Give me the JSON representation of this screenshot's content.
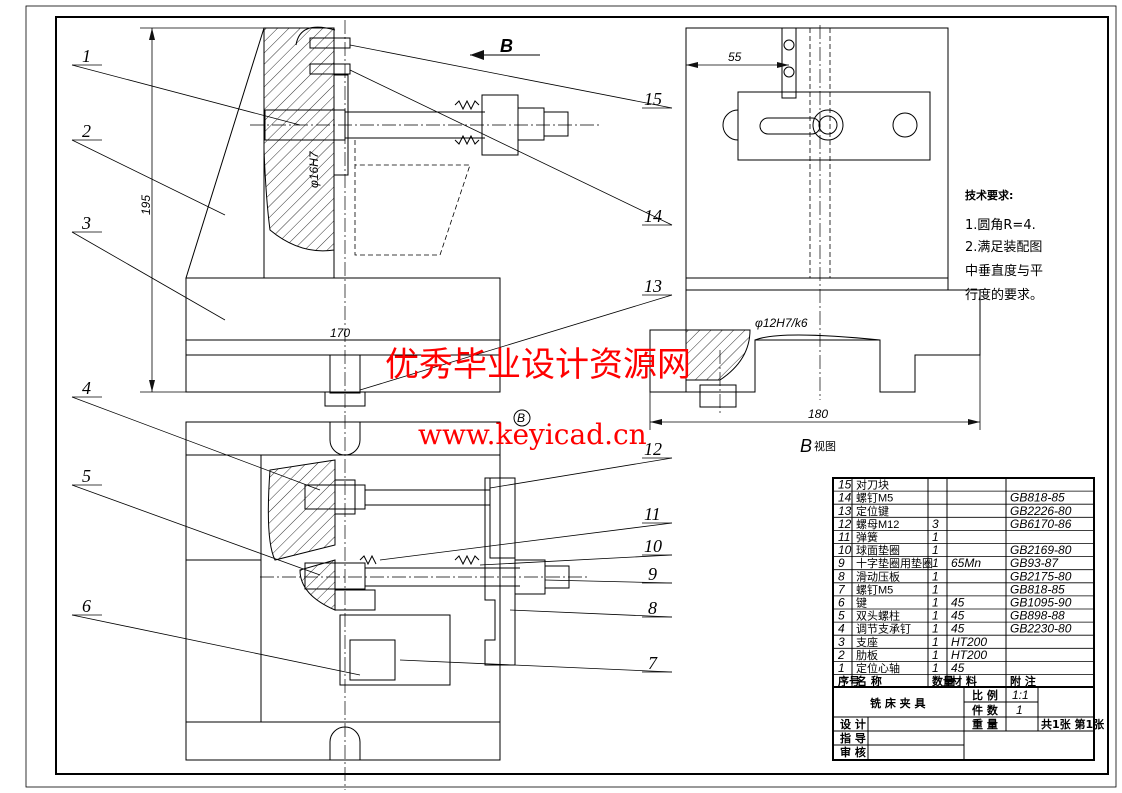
{
  "view_label": "B",
  "view_caption_letter": "B",
  "view_caption_text": "视图",
  "section_mark": "B",
  "dimensions": {
    "height": "195",
    "width_front": "170",
    "offset": "55",
    "width_side": "180",
    "fit_hole": "φ16H7",
    "fit_pin": "φ12H7/k6"
  },
  "part_callouts": [
    "1",
    "2",
    "3",
    "4",
    "5",
    "6",
    "7",
    "8",
    "9",
    "10",
    "11",
    "12",
    "13",
    "14",
    "15"
  ],
  "tech_requirements": {
    "title": "技术要求:",
    "lines": [
      "1.圆角R=4.",
      "2.满足装配图",
      "中垂直度与平",
      "行度的要求。"
    ]
  },
  "watermark": {
    "line1": "优秀毕业设计资源网",
    "line2": "www.keyicad.cn"
  },
  "bom": {
    "rows": [
      {
        "no": "15",
        "name": "对刀块",
        "qty": "",
        "material": "",
        "std": ""
      },
      {
        "no": "14",
        "name": "螺钉M5",
        "qty": "",
        "material": "",
        "std": "GB818-85"
      },
      {
        "no": "13",
        "name": "定位键",
        "qty": "",
        "material": "",
        "std": "GB2226-80"
      },
      {
        "no": "12",
        "name": "螺母M12",
        "qty": "3",
        "material": "",
        "std": "GB6170-86"
      },
      {
        "no": "11",
        "name": "弹簧",
        "qty": "1",
        "material": "",
        "std": ""
      },
      {
        "no": "10",
        "name": "球面垫圈",
        "qty": "1",
        "material": "",
        "std": "GB2169-80"
      },
      {
        "no": "9",
        "name": "十字垫圈用垫圈",
        "qty": "1",
        "material": "65Mn",
        "std": "GB93-87"
      },
      {
        "no": "8",
        "name": "滑动压板",
        "qty": "1",
        "material": "",
        "std": "GB2175-80"
      },
      {
        "no": "7",
        "name": "螺钉M5",
        "qty": "1",
        "material": "",
        "std": "GB818-85"
      },
      {
        "no": "6",
        "name": "键",
        "qty": "1",
        "material": "45",
        "std": "GB1095-90"
      },
      {
        "no": "5",
        "name": "双头螺柱",
        "qty": "1",
        "material": "45",
        "std": "GB898-88"
      },
      {
        "no": "4",
        "name": "调节支承钉",
        "qty": "1",
        "material": "45",
        "std": "GB2230-80"
      },
      {
        "no": "3",
        "name": "支座",
        "qty": "1",
        "material": "HT200",
        "std": ""
      },
      {
        "no": "2",
        "name": "肋板",
        "qty": "1",
        "material": "HT200",
        "std": ""
      },
      {
        "no": "1",
        "name": "定位心轴",
        "qty": "1",
        "material": "45",
        "std": ""
      }
    ],
    "header": {
      "no": "序号",
      "name": "名  称",
      "qty": "数量",
      "material": "材  料",
      "std": "附  注"
    }
  },
  "title_block": {
    "name": "铣 床 夹 具",
    "scale_label": "比 例",
    "scale_value": "1:1",
    "count_label": "件 数",
    "count_value": "1",
    "weight_label": "重 量",
    "sheets": "共1张 第1张",
    "design": "设 计",
    "guide": "指 导",
    "review": "审 核"
  }
}
